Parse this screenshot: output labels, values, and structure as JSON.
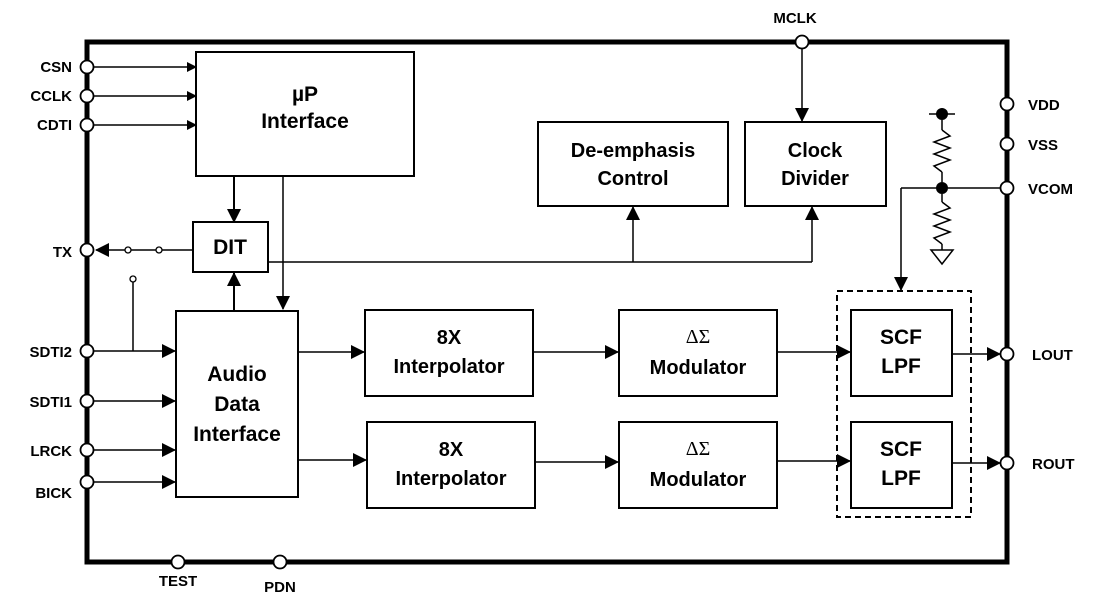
{
  "pins": {
    "csn": "CSN",
    "cclk": "CCLK",
    "cdti": "CDTI",
    "tx": "TX",
    "sdti2": "SDTI2",
    "sdti1": "SDTI1",
    "lrck": "LRCK",
    "bick": "BICK",
    "test": "TEST",
    "pdn": "PDN",
    "mclk": "MCLK",
    "vdd": "VDD",
    "vss": "VSS",
    "vcom": "VCOM",
    "lout": "LOUT",
    "rout": "ROUT"
  },
  "blocks": {
    "up_interface": [
      "µP",
      "Interface"
    ],
    "dit": "DIT",
    "de_emphasis": [
      "De-emphasis",
      "Control"
    ],
    "clock_divider": [
      "Clock",
      "Divider"
    ],
    "audio_data_interface": [
      "Audio",
      "Data",
      "Interface"
    ],
    "interpolator_top": [
      "8X",
      "Interpolator"
    ],
    "interpolator_bottom": [
      "8X",
      "Interpolator"
    ],
    "modulator_top": [
      "ΔΣ",
      "Modulator"
    ],
    "modulator_bottom": [
      "ΔΣ",
      "Modulator"
    ],
    "scf_top": [
      "SCF",
      "LPF"
    ],
    "scf_bottom": [
      "SCF",
      "LPF"
    ]
  }
}
